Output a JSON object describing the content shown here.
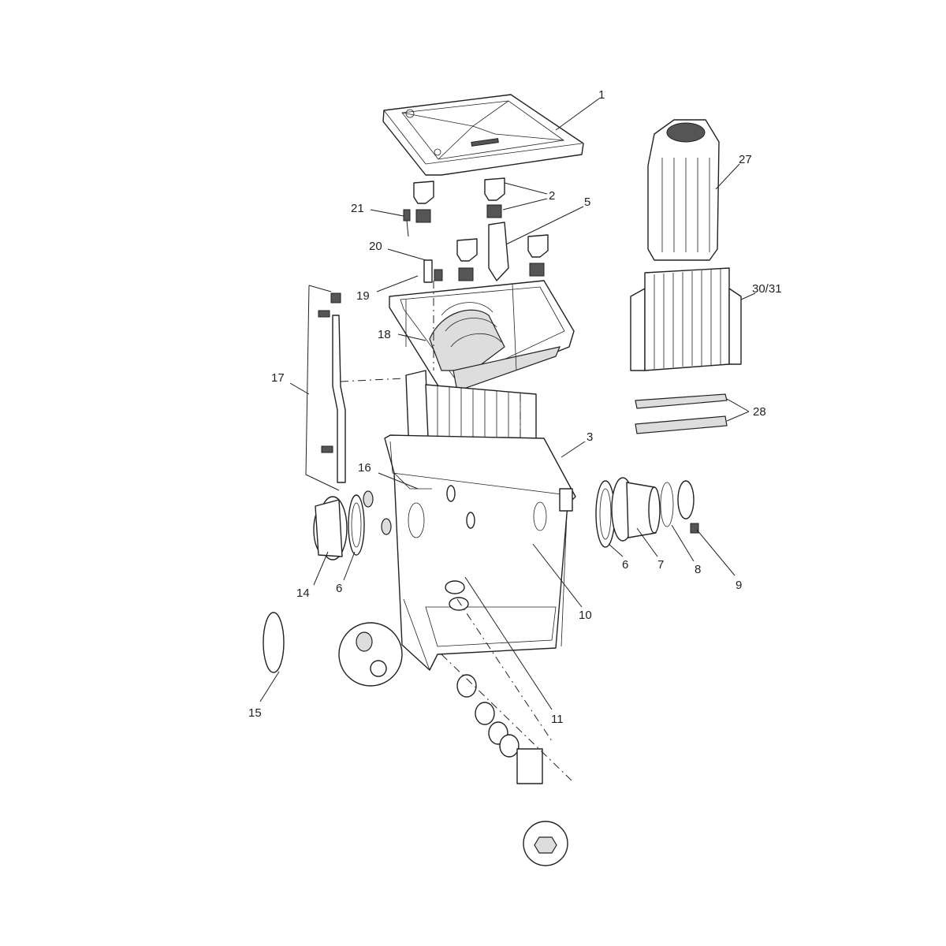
{
  "diagram": {
    "type": "exploded-parts-view",
    "labels": {
      "lid": "1",
      "clips": "2",
      "box": "3",
      "flap": "5",
      "seal_left": "6",
      "seal_right": "6",
      "flange": "7",
      "o_ring": "8",
      "clamp": "9",
      "screws": "10",
      "drain": "11",
      "connector_left": "14",
      "ring": "15",
      "gasket": "16",
      "hose": "17",
      "tray": "18",
      "rod": "19",
      "indicator": "20",
      "pin": "21",
      "brush_holder": "27",
      "filter_foam": "30/31",
      "comb": "28"
    }
  }
}
